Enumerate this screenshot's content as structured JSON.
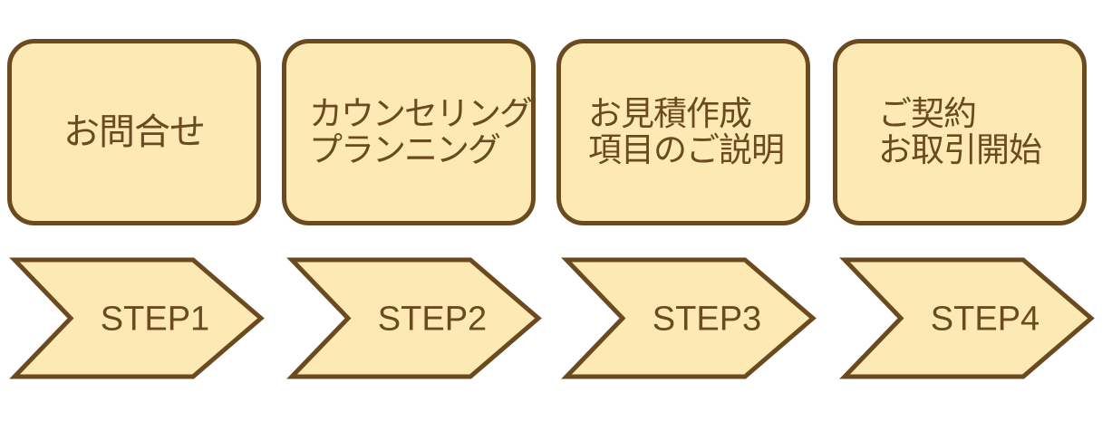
{
  "colors": {
    "fill": "#fce9b4",
    "border": "#6b4a20",
    "text": "#6b4a20",
    "background": "#ffffff"
  },
  "steps": [
    {
      "box_text": "お問合せ",
      "label": "STEP1"
    },
    {
      "box_text": "カウンセリング\nプランニング",
      "label": "STEP2"
    },
    {
      "box_text": "お見積作成\n項目のご説明",
      "label": "STEP3"
    },
    {
      "box_text": "ご契約\nお取引開始",
      "label": "STEP4"
    }
  ]
}
